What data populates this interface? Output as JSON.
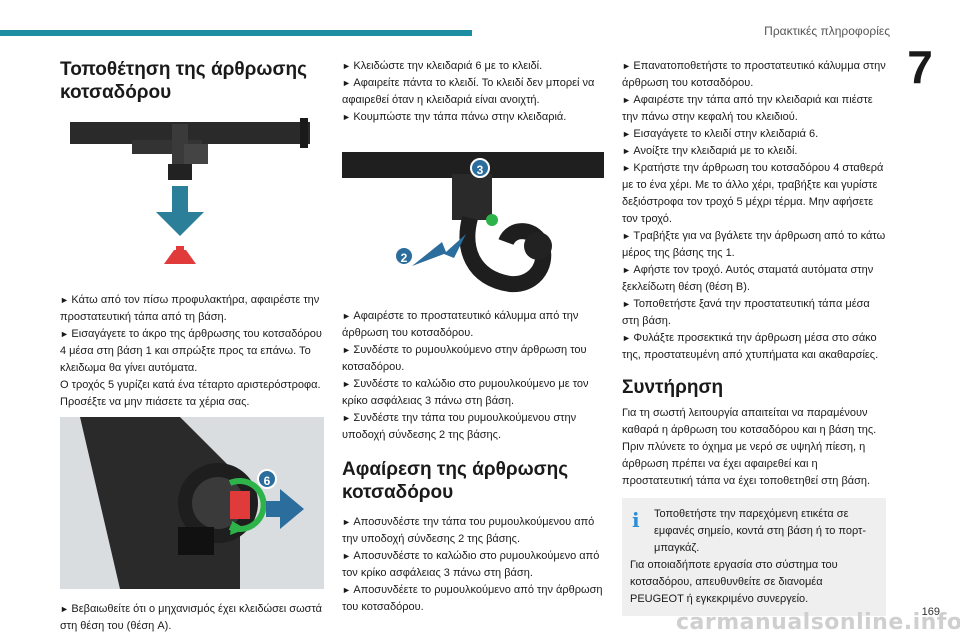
{
  "header": {
    "title": "Πρακτικές πληροφορίες",
    "chapter": "7",
    "page": "169"
  },
  "col1": {
    "heading": "Τοποθέτηση της άρθρωσης κοτσαδόρου",
    "steps": [
      "Κάτω από τον πίσω προφυλακτήρα, αφαιρέστε την προστατευτική τάπα από τη βάση.",
      "Εισαγάγετε το άκρο της άρθρωσης του κοτσαδόρου 4 μέσα στη βάση 1 και σπρώξτε προς τα επάνω. Το κλειδωμα θα γίνει αυτόματα.",
      "Ο τροχός 5 γυρίζει κατά ένα τέταρτο αριστερόστροφα. Προσέξτε να μην πιάσετε τα χέρια σας.",
      "Βεβαιωθείτε ότι ο μηχανισμός έχει κλειδώσει σωστά στη θέση του (θέση A)."
    ],
    "figure2_badge": "6"
  },
  "col2": {
    "steps_top": [
      "Κλειδώστε την κλειδαριά 6 με το κλειδί.",
      "Αφαιρείτε πάντα το κλειδί. Το κλειδί δεν μπορεί να αφαιρεθεί όταν η κλειδαριά είναι ανοιχτή.",
      "Κουμπώστε την τάπα πάνω στην κλειδαριά."
    ],
    "figure_badges": [
      "3",
      "2"
    ],
    "steps_mid": [
      "Αφαιρέστε το προστατευτικό κάλυμμα από την άρθρωση του κοτσαδόρου.",
      "Συνδέστε το ρυμουλκούμενο στην άρθρωση του κοτσαδόρου.",
      "Συνδέστε το καλώδιο στο ρυμουλκούμενο με τον κρίκο ασφάλειας 3 πάνω στη βάση.",
      "Συνδέστε την τάπα του ρυμουλκούμενου στην υποδοχή σύνδεσης 2 της βάσης."
    ],
    "heading": "Αφαίρεση της άρθρωσης κοτσαδόρου",
    "steps_bottom": [
      "Αποσυνδέστε την τάπα του ρυμουλκούμενου από την υποδοχή σύνδεσης 2 της βάσης.",
      "Αποσυνδέστε το καλώδιο στο ρυμουλκούμενο από τον κρίκο ασφάλειας 3 πάνω στη βάση.",
      "Αποσυνδέετε το ρυμουλκούμενο από την άρθρωση του κοτσαδόρου."
    ]
  },
  "col3": {
    "steps": [
      "Επανατοποθετήστε το προστατευτικό κάλυμμα στην άρθρωση του κοτσαδόρου.",
      "Αφαιρέστε την τάπα από την κλειδαριά και πιέστε την πάνω στην κεφαλή του κλειδιού.",
      "Εισαγάγετε το κλειδί στην κλειδαριά 6.",
      "Ανοίξτε την κλειδαριά με το κλειδί.",
      "Κρατήστε την άρθρωση του κοτσαδόρου 4 σταθερά με το ένα χέρι. Με το άλλο χέρι, τραβήξτε και γυρίστε δεξιόστροφα τον τροχό 5 μέχρι τέρμα. Μην αφήσετε τον τροχό.",
      "Τραβήξτε για να βγάλετε την άρθρωση από το κάτω μέρος της βάσης της 1.",
      "Αφήστε τον τροχό. Αυτός σταματά αυτόματα στην ξεκλείδωτη θέση (θέση B).",
      "Τοποθετήστε ξανά την προστατευτική τάπα μέσα στη βάση.",
      "Φυλάξτε προσεκτικά την άρθρωση μέσα στο σάκο της, προστατευμένη από χτυπήματα και ακαθαρσίες."
    ],
    "heading": "Συντήρηση",
    "body": "Για τη σωστή λειτουργία απαιτείται να παραμένουν καθαρά η άρθρωση του κοτσαδόρου και η βάση της. Πριν πλύνετε το όχημα με νερό σε υψηλή πίεση, η άρθρωση πρέπει να έχει αφαιρεθεί και η προστατευτική τάπα να έχει τοποθετηθεί στη βάση.",
    "note_line1": "Τοποθετήστε την παρεχόμενη ετικέτα σε εμφανές σημείο, κοντά στη βάση ή το πορτ-μπαγκάζ.",
    "note_line2": "Για οποιαδήποτε εργασία στο σύστημα του κοτσαδόρου, απευθυνθείτε σε διανομέα PEUGEOT ή εγκεκριμένο συνεργείο."
  },
  "watermark": "carmanualsonline.info",
  "colors": {
    "accent": "#1d8ea1",
    "badge": "#2b6d9c",
    "arrow": "#1f6d96",
    "cap_red": "#e03a3a",
    "note_bg": "#efefef"
  }
}
